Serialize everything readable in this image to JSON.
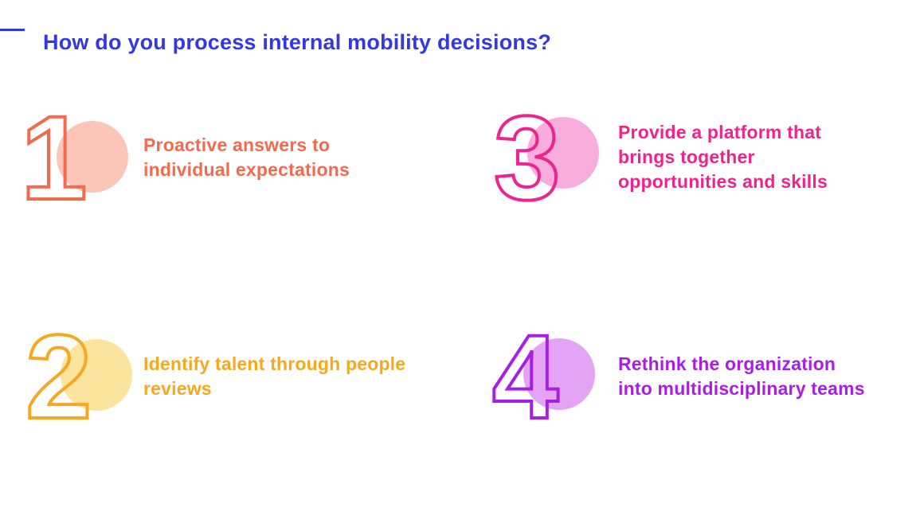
{
  "header": {
    "title": "How do you process internal mobility decisions?",
    "title_color": "#3438E2",
    "dash_color": "#3438E2"
  },
  "items": [
    {
      "number": "1",
      "text": "Proactive answers to\nindividual expectations",
      "accent_color": "#F5694D",
      "circle_color": "#FBC6B8"
    },
    {
      "number": "2",
      "text": "Identify talent through people\nreviews",
      "accent_color": "#F8A81F",
      "circle_color": "#FBE49E"
    },
    {
      "number": "3",
      "text": "Provide a platform that\nbrings together\nopportunities and skills",
      "accent_color": "#F0238E",
      "circle_color": "#F9ADDC"
    },
    {
      "number": "4",
      "text": "Rethink the organization\ninto multidisciplinary teams",
      "accent_color": "#A91EE6",
      "circle_color": "#E3A4F3"
    }
  ]
}
